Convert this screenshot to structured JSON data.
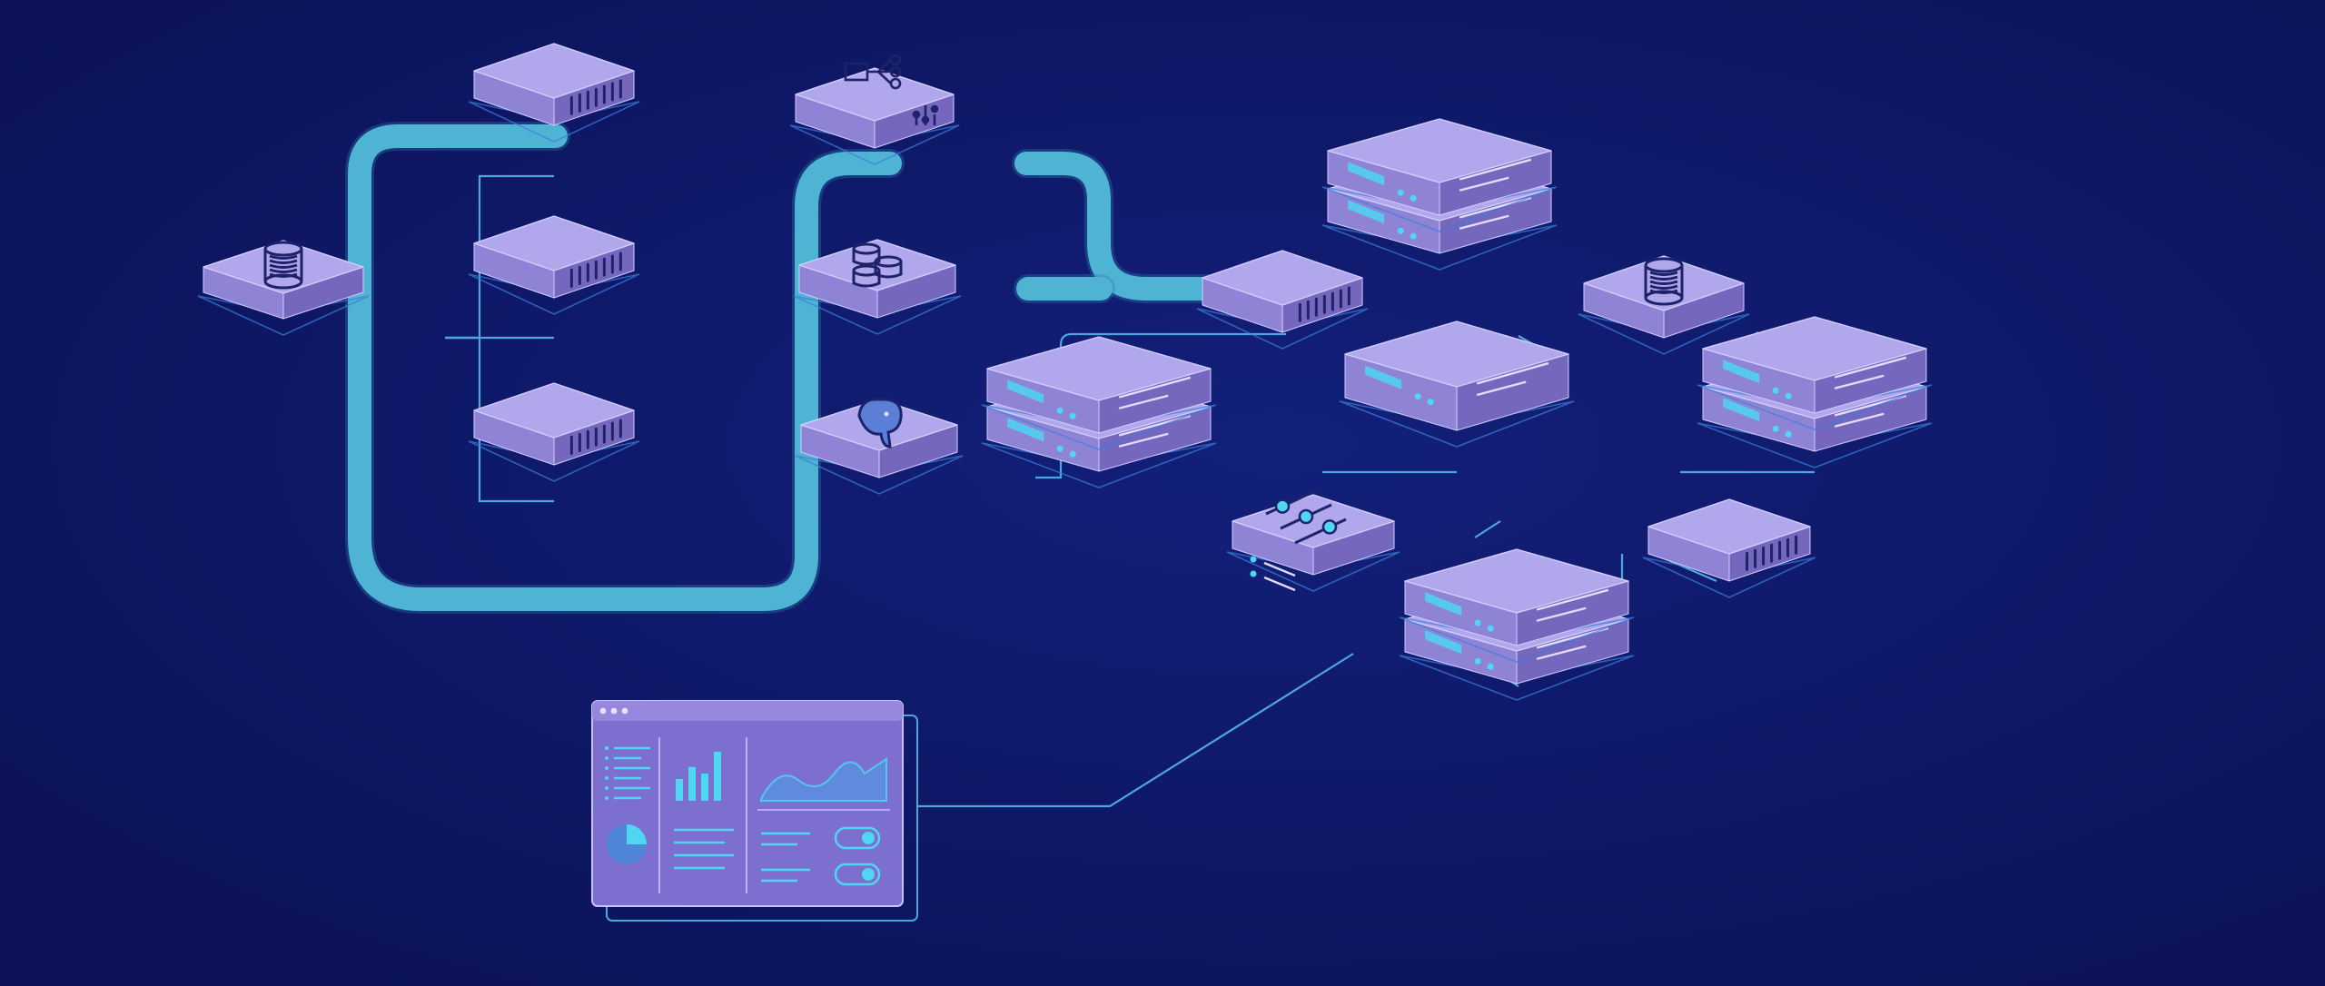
{
  "colors": {
    "background": "#0d1560",
    "pipe": "#4fb3d4",
    "connector": "#4ea6de",
    "node_top": "#b1a7ec",
    "node_front": "#8f83d6",
    "node_side": "#7467bd",
    "node_outline": "#d3ccff",
    "icon_stroke": "#1e226b",
    "accent": "#4fd6f2",
    "dashboard_panel": "#7d6fcf"
  },
  "nodes": [
    {
      "id": "cache-hub",
      "kind": "block",
      "icon": "spool-icon"
    },
    {
      "id": "worker-1",
      "kind": "block",
      "icon": "vent-grille-icon"
    },
    {
      "id": "worker-2",
      "kind": "block",
      "icon": "vent-grille-icon"
    },
    {
      "id": "worker-3",
      "kind": "block",
      "icon": "vent-grille-icon"
    },
    {
      "id": "router",
      "kind": "block",
      "icon": "topology-and-sliders-icon"
    },
    {
      "id": "database",
      "kind": "block",
      "icon": "database-stack-icon"
    },
    {
      "id": "postgres",
      "kind": "block",
      "icon": "elephant-logo-icon"
    },
    {
      "id": "gateway",
      "kind": "block",
      "icon": "vent-grille-icon"
    },
    {
      "id": "server-stack-top",
      "kind": "server-stack",
      "icon": "rack-drive-icon"
    },
    {
      "id": "server-stack-left",
      "kind": "server-stack",
      "icon": "rack-drive-icon"
    },
    {
      "id": "core-server",
      "kind": "server",
      "icon": "rack-drive-icon"
    },
    {
      "id": "cache-right",
      "kind": "block",
      "icon": "spool-icon"
    },
    {
      "id": "server-stack-right",
      "kind": "server-stack",
      "icon": "rack-drive-icon"
    },
    {
      "id": "controller",
      "kind": "block",
      "icon": "equalizer-sliders-icon"
    },
    {
      "id": "storage-right",
      "kind": "block",
      "icon": "vent-grille-icon"
    },
    {
      "id": "server-stack-bottom",
      "kind": "server-stack",
      "icon": "rack-drive-icon"
    }
  ],
  "dashboard": {
    "icon": "monitoring-dashboard-icon",
    "widgets": [
      "list-icon",
      "bar-chart-icon",
      "area-chart-icon",
      "pie-chart-icon",
      "toggle-switch-icon"
    ],
    "bar_chart_values": [
      0.4,
      0.62,
      0.5,
      0.9
    ],
    "toggles_on": [
      true,
      true
    ]
  }
}
